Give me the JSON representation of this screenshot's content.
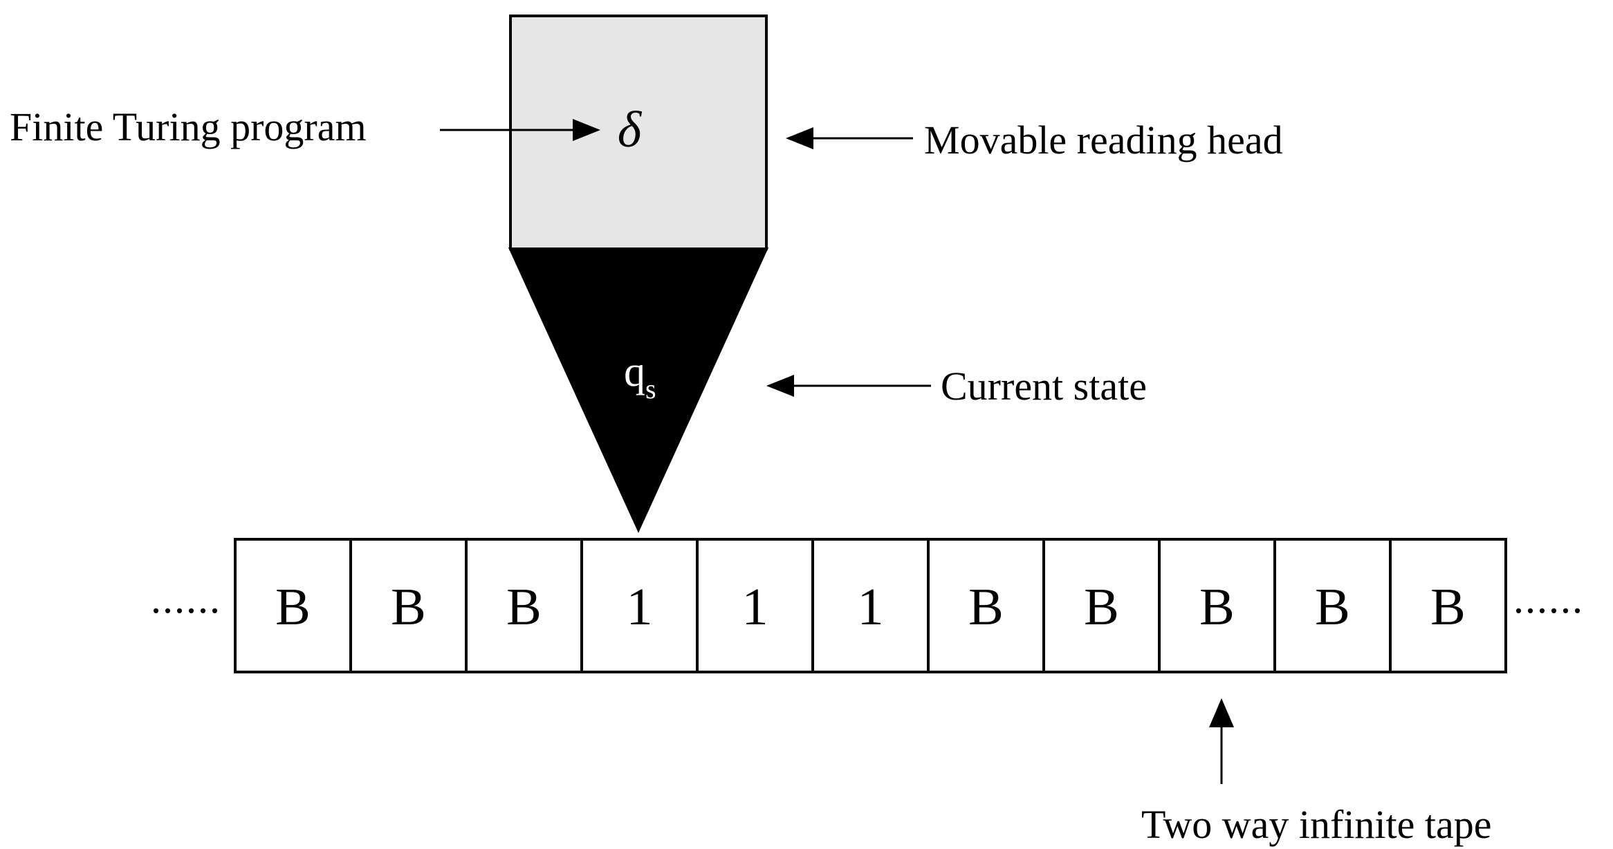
{
  "labels": {
    "program": "Finite Turing program",
    "head": "Movable reading head",
    "state": "Current state",
    "tape": "Two way infinite tape"
  },
  "head": {
    "symbol": "δ",
    "state_main": "q",
    "state_sub": "s",
    "box_fill": "#e6e6e6",
    "pointer_fill": "#000000"
  },
  "tape": {
    "cells": [
      "B",
      "B",
      "B",
      "1",
      "1",
      "1",
      "B",
      "B",
      "B",
      "B",
      "B"
    ],
    "left_ellipsis": "......",
    "right_ellipsis": "......"
  }
}
